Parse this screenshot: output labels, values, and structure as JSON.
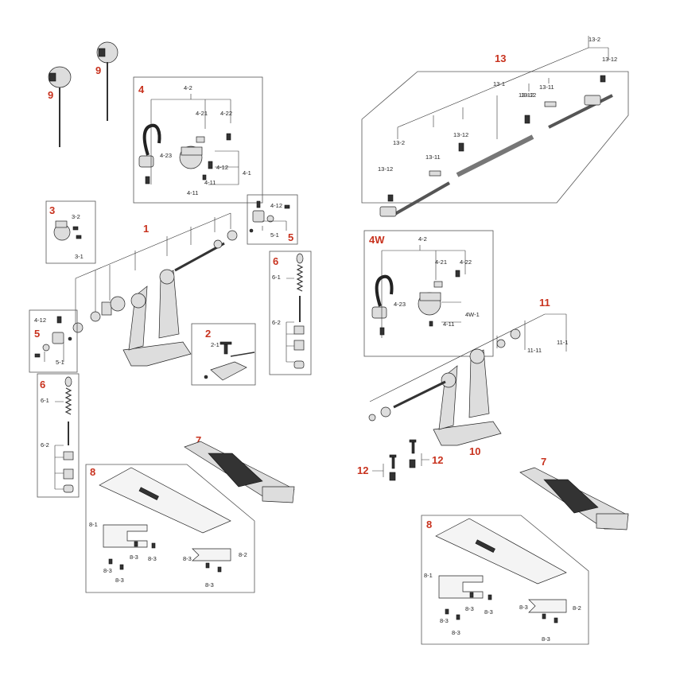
{
  "callouts": {
    "c1": "1",
    "c2": "2",
    "c3": "3",
    "c4": "4",
    "c4w": "4W",
    "c5a": "5",
    "c5b": "5",
    "c6a": "6",
    "c6b": "6",
    "c7a": "7",
    "c7b": "7",
    "c8a": "8",
    "c8b": "8",
    "c9a": "9",
    "c9b": "9",
    "c10": "10",
    "c11": "11",
    "c12a": "12",
    "c12b": "12",
    "c13": "13"
  },
  "labels": {
    "l4_2": "4-2",
    "l4_21": "4-21",
    "l4_22": "4-22",
    "l4_23": "4-23",
    "l4_12": "4-12",
    "l4_1": "4-1",
    "l4_11": "4-11",
    "l4_11b": "4-11",
    "l3_2": "3-2",
    "l3_1": "3-1",
    "l5_4_12": "4-12",
    "l5_1": "5-1",
    "l5b_4_12": "4-12",
    "l5b_1": "5-1",
    "l6_1": "6-1",
    "l6_2": "6-2",
    "l6b_1": "6-1",
    "l6b_2": "6-2",
    "l2_1": "2-1",
    "l8_1": "8-1",
    "l8_2": "8-2",
    "l8_3a": "8-3",
    "l8_3b": "8-3",
    "l8_3c": "8-3",
    "l8_3d": "8-3",
    "l8_3e": "8-3",
    "l8_3f": "8-3",
    "r8_1": "8-1",
    "r8_2": "8-2",
    "r8_3a": "8-3",
    "r8_3b": "8-3",
    "r8_3c": "8-3",
    "r8_3d": "8-3",
    "r8_3e": "8-3",
    "r8_3f": "8-3",
    "l13_2a": "13-2",
    "l13_12a": "13-12",
    "l13_1": "13-1",
    "l13_12b": "13-12",
    "l13_11a": "13-11",
    "l13_12c": "13-12",
    "l13_11b": "13-11",
    "l13_2b": "13-2",
    "l13_12d": "13-12",
    "l13_12e": "13-12",
    "l4w_2": "4-2",
    "l4w_21": "4-21",
    "l4w_22": "4-22",
    "l4w_23": "4-23",
    "l4w_1": "4W-1",
    "l4w_11": "4-11",
    "l11_1": "11-1",
    "l11_11": "11-11"
  }
}
